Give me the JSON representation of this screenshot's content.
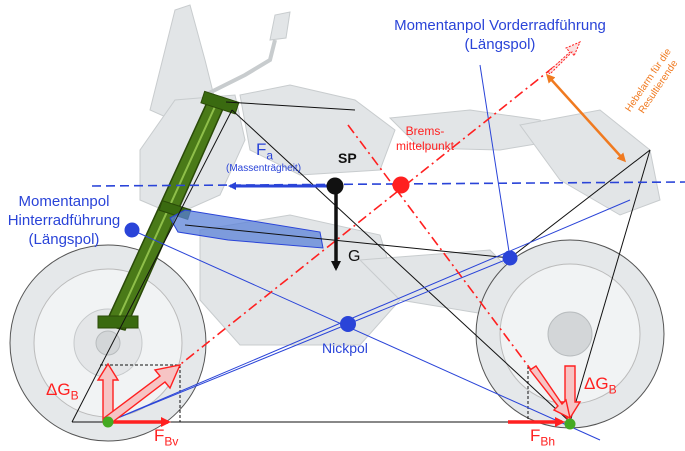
{
  "labels": {
    "front_pole_line1": "Momentanpol Vorderradführung",
    "front_pole_line2": "(Längspol)",
    "rear_pole_line1": "Momentanpol",
    "rear_pole_line2": "Hinterradführung",
    "rear_pole_line3": "(Längspol)",
    "brake_center_line1": "Brems-",
    "brake_center_line2": "mittelpunkt",
    "lever_arm_line1": "Hebelarm für die",
    "lever_arm_line2": "Resultierende",
    "fa_main": "F",
    "fa_sub": "a",
    "fa_note": "(Massenträgheit)",
    "sp": "SP",
    "g": "G",
    "nickpol": "Nickpol",
    "dgb_left_main": "ΔG",
    "dgb_left_sub": "B",
    "dgb_right_main": "ΔG",
    "dgb_right_sub": "B",
    "fbv_main": "F",
    "fbv_sub": "Bv",
    "fbh_main": "F",
    "fbh_sub": "Bh"
  },
  "colors": {
    "blue": "#2a44d8",
    "red": "#ff2020",
    "orange": "#f07a20",
    "green": "#44aa22",
    "fork_green": "#3a6a10",
    "black": "#111111",
    "pink": "#f6c4c4",
    "motorcycle_gray": "#d8dcde"
  }
}
